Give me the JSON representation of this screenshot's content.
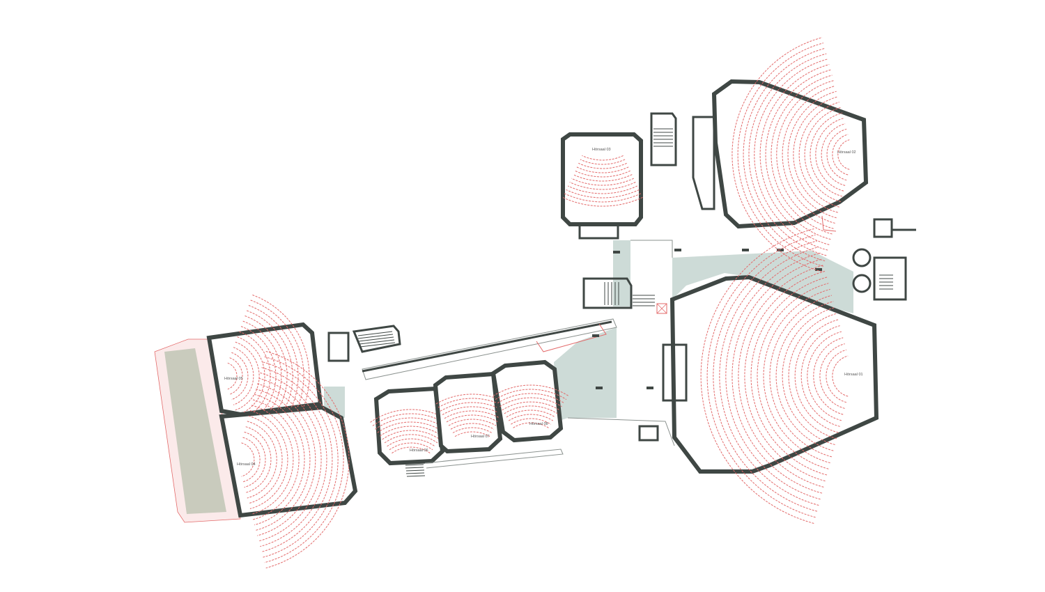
{
  "colors": {
    "wall": "#3f4744",
    "seating": "#e36a6a",
    "foyer": "#cddbd7",
    "background": "#ffffff",
    "terrace": "#c9cbbd"
  },
  "halls": [
    {
      "id": "01",
      "label": "Hörsaal 01"
    },
    {
      "id": "02",
      "label": "Hörsaal 02"
    },
    {
      "id": "03",
      "label": "Hörsaal 03"
    },
    {
      "id": "04",
      "label": "Hörsaal 04"
    },
    {
      "id": "05",
      "label": "Hörsaal 05"
    },
    {
      "id": "06",
      "label": "Hörsaal 06"
    },
    {
      "id": "07",
      "label": "Hörsaal 07"
    },
    {
      "id": "08",
      "label": "Hörsaal 08"
    }
  ]
}
